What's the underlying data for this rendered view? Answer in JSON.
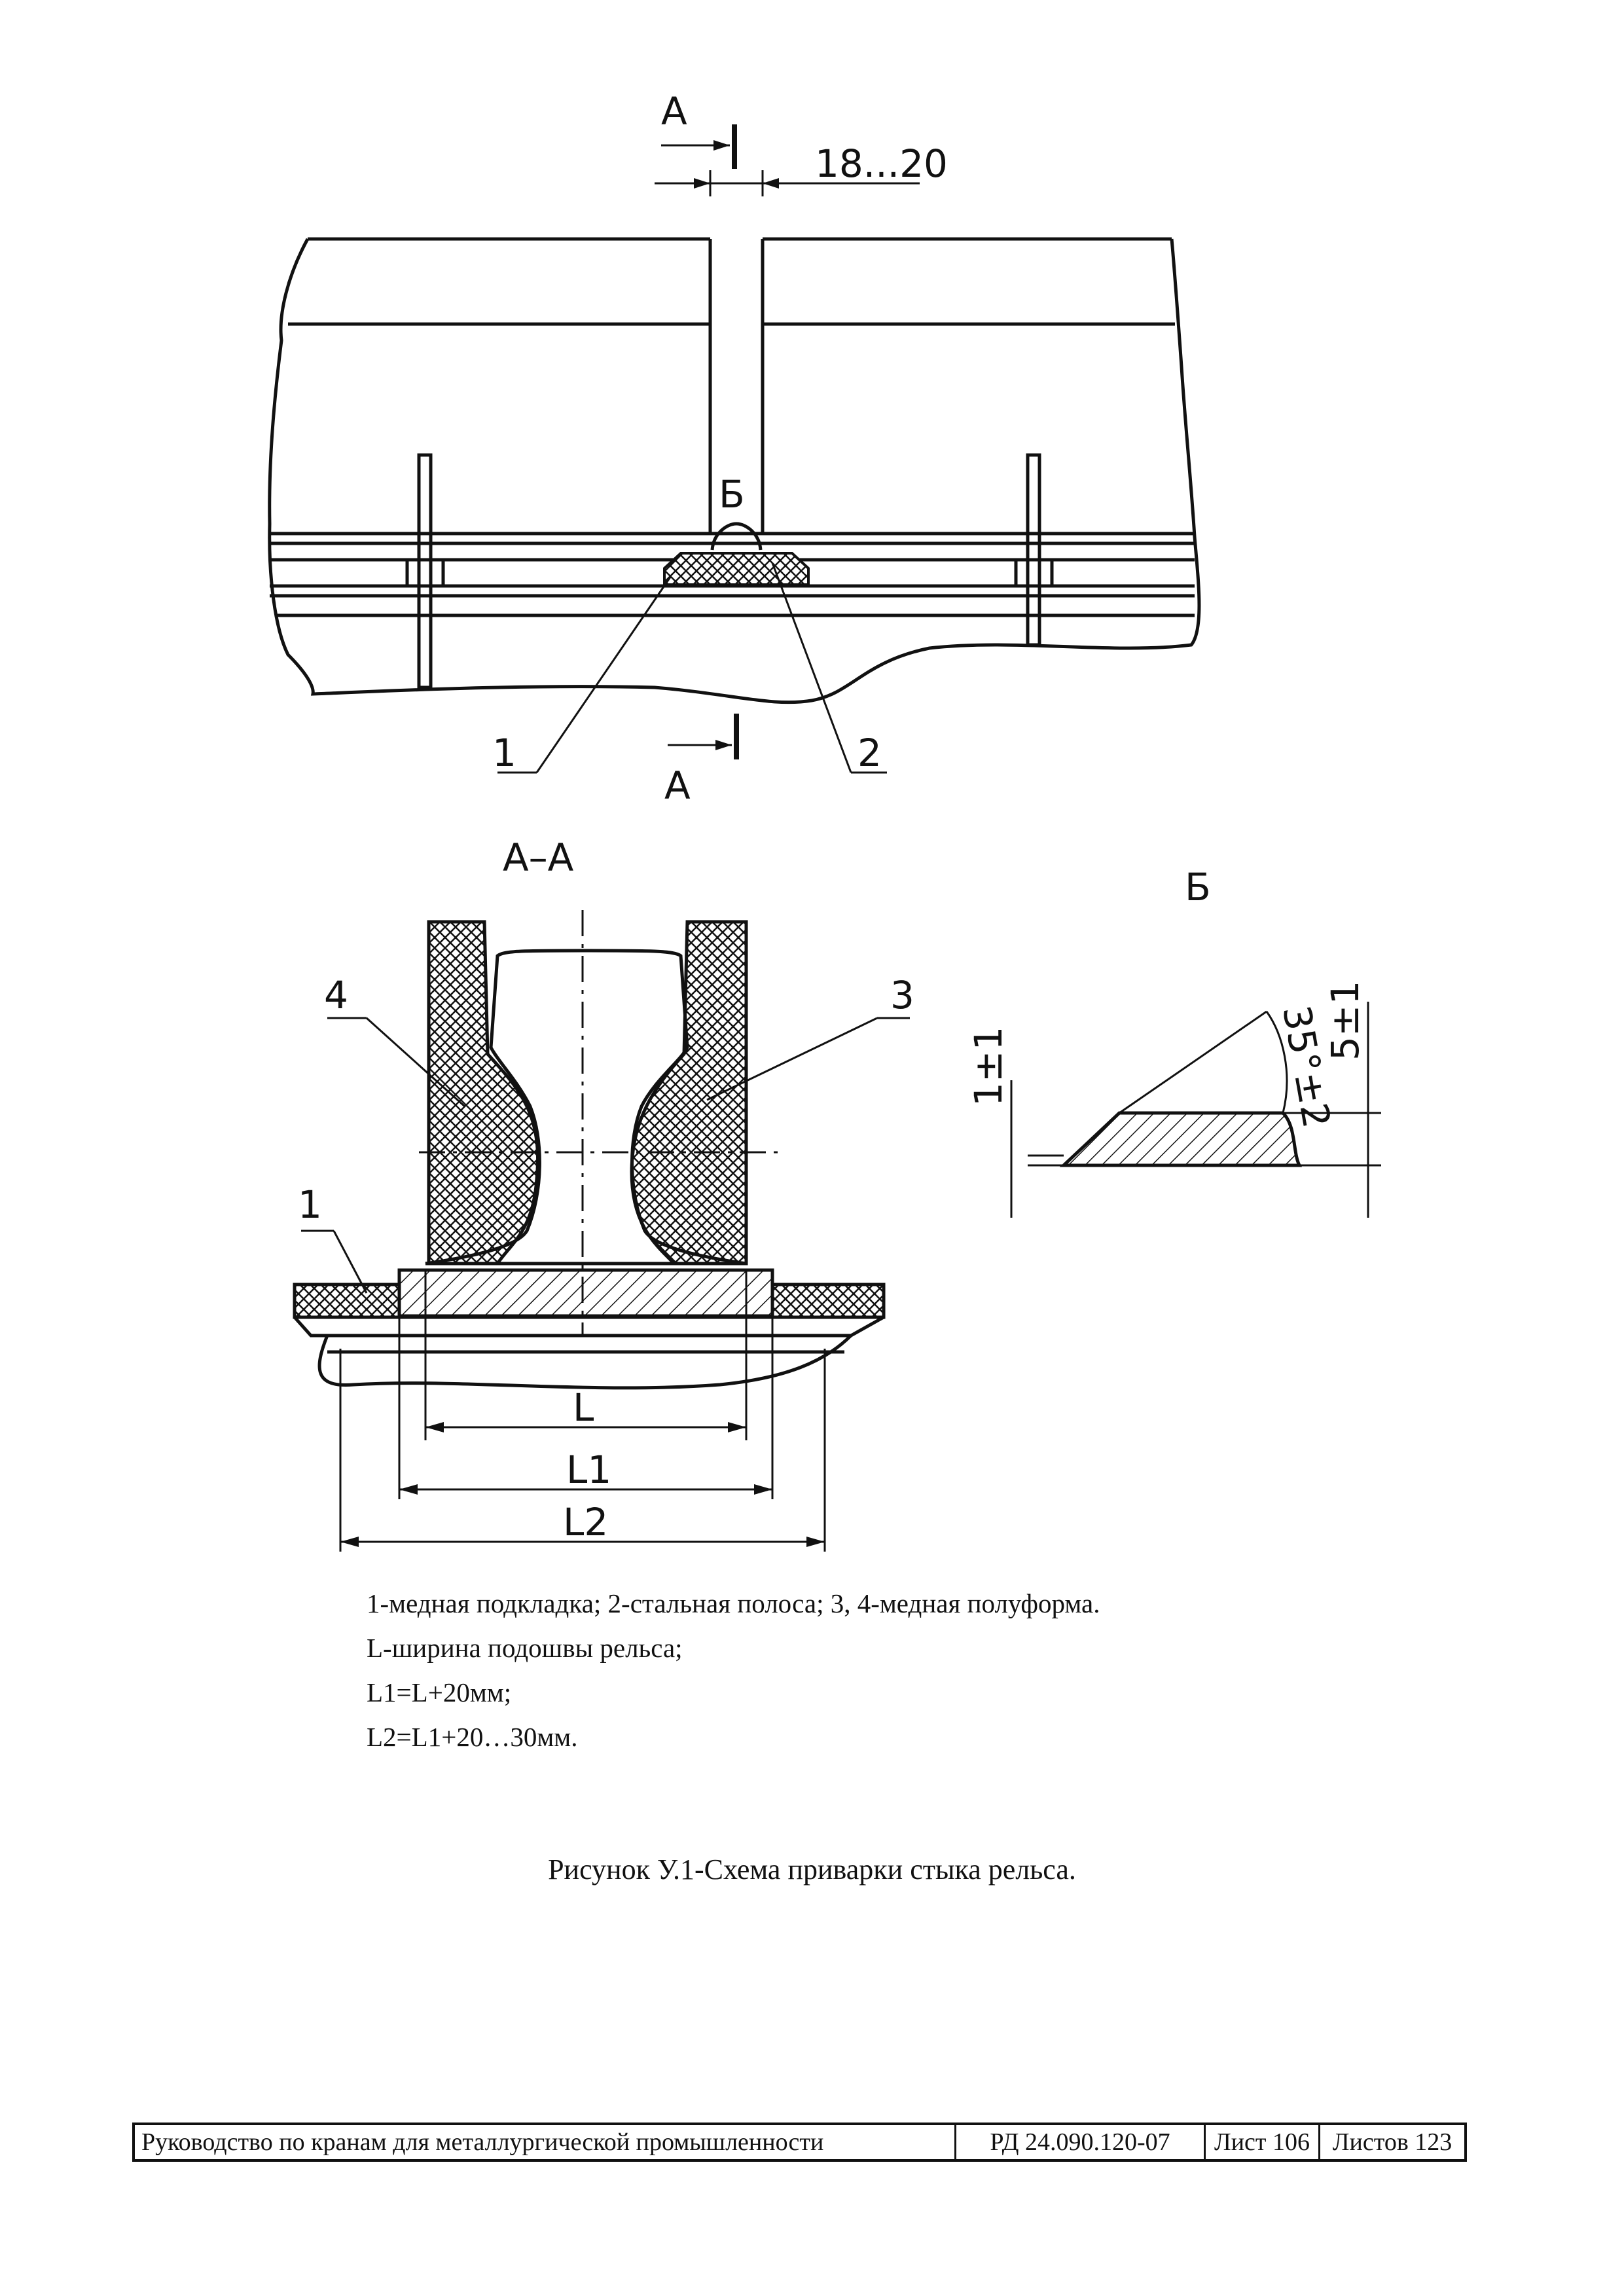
{
  "drawing": {
    "top_view": {
      "section_label_top": "А",
      "section_label_bottom": "А",
      "gap_dimension": "18...20",
      "detail_marker": "Б",
      "callout_1": "1",
      "callout_2": "2"
    },
    "section_view": {
      "title": "А–А",
      "callout_1": "1",
      "callout_3": "3",
      "callout_4": "4",
      "dim_L": "L",
      "dim_L1": "L1",
      "dim_L2": "L2"
    },
    "detail_view": {
      "title": "Б",
      "dim_height_small": "1±1",
      "dim_angle": "35°±2",
      "dim_height": "5±1"
    }
  },
  "legend": {
    "line1": "1-медная подкладка; 2-стальная полоса; 3, 4-медная полуформа.",
    "line2": "L-ширина подошвы рельса;",
    "line3": "L1=L+20мм;",
    "line4": "L2=L1+20…30мм."
  },
  "caption": "Рисунок У.1-Схема приварки стыка рельса.",
  "title_block": {
    "document": "Руководство по кранам для металлургической промышленности",
    "code": "РД 24.090.120-07",
    "sheet": "Лист 106",
    "sheets": "Листов 123"
  }
}
